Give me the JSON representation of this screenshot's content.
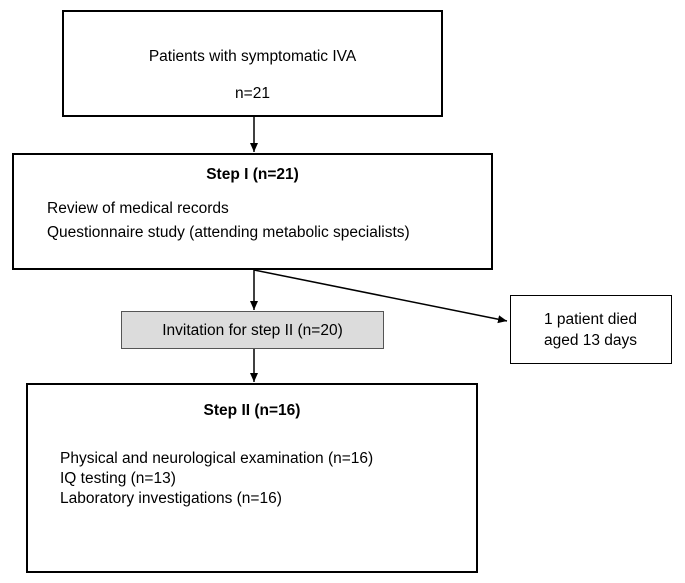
{
  "box1": {
    "line1": "Patients with symptomatic IVA",
    "line2": "n=21"
  },
  "box2": {
    "title": "Step I  (n=21)",
    "line1": "Review of medical records",
    "line2": "Questionnaire study (attending metabolic specialists)"
  },
  "invitation": {
    "label": "Invitation for step II (n=20)",
    "fill_color": "#dcdcdc"
  },
  "died": {
    "line1": "1 patient died",
    "line2": "aged 13 days"
  },
  "box3": {
    "title": "Step II (n=16)",
    "line1": "Physical and neurological examination (n=16)",
    "line2": "IQ testing  (n=13)",
    "line3": "Laboratory investigations (n=16)"
  }
}
